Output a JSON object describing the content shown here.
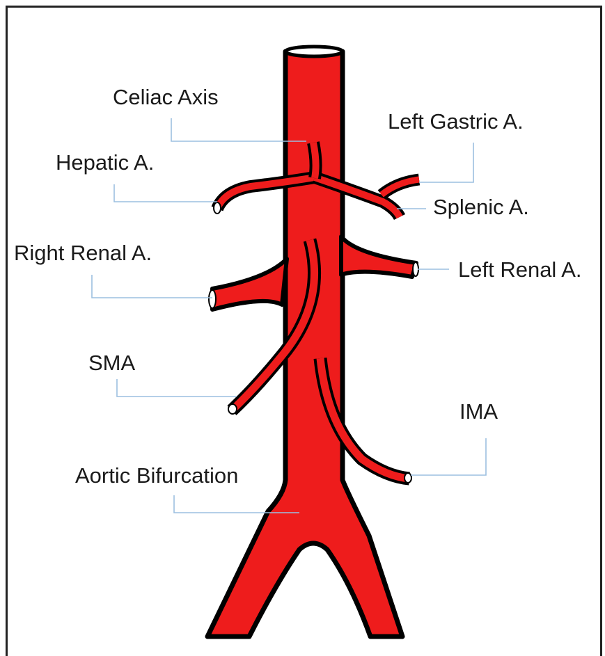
{
  "diagram": {
    "labels": {
      "celiac_axis": "Celiac Axis",
      "left_gastric": "Left Gastric A.",
      "hepatic": "Hepatic A.",
      "splenic": "Splenic A.",
      "right_renal": "Right Renal A.",
      "left_renal": "Left Renal A.",
      "sma": "SMA",
      "ima": "IMA",
      "aortic_bifurcation": "Aortic Bifurcation"
    },
    "colors": {
      "artery_fill": "#ee1c1c",
      "outline": "#000000",
      "leader_line": "#9cbfe0",
      "frame": "#222222"
    }
  }
}
